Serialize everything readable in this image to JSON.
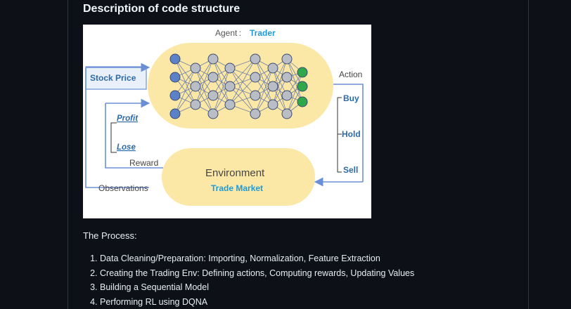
{
  "section": {
    "heading": "Description of code structure"
  },
  "diagram": {
    "agent_label": "Agent :",
    "agent_name": "Trader",
    "stock_price": "Stock Price",
    "action": "Action",
    "buy": "Buy",
    "hold": "Hold",
    "sell": "Sell",
    "profit": "Profit",
    "lose": "Lose",
    "reward": "Reward",
    "observations": "Observations",
    "environment": "Environment",
    "trade_market": "Trade Market",
    "colors": {
      "pill": "#fce8a6",
      "arrow": "#6b8fd6",
      "accent_text": "#1f9ad6",
      "node_blue": "#5b82c8",
      "node_gray": "#b9bdc6",
      "node_green": "#2ea84a"
    }
  },
  "process": {
    "title": "The Process:",
    "steps": [
      "Data Cleaning/Preparation: Importing, Normalization, Feature Extraction",
      "Creating the Trading Env: Defining actions, Computing rewards, Updating Values",
      "Building a Sequential Model",
      "Performing RL using DQNA"
    ]
  }
}
